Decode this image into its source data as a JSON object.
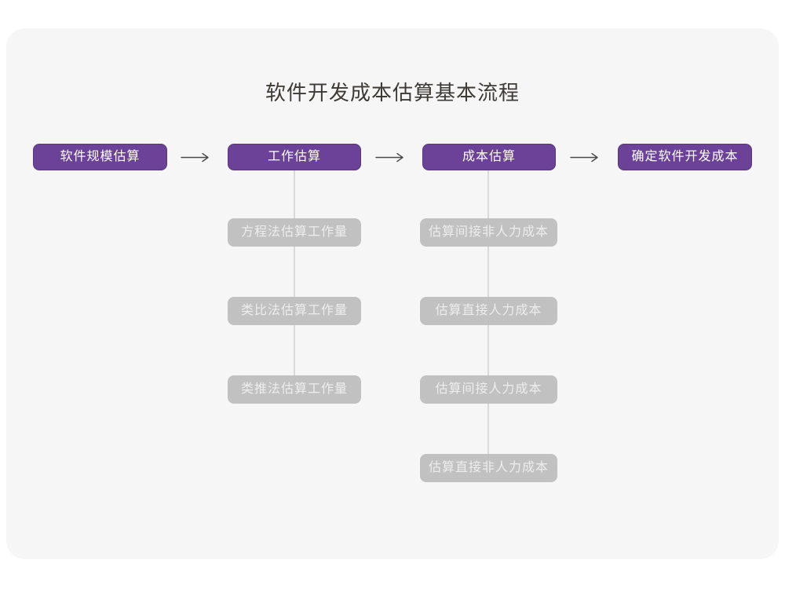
{
  "title": "软件开发成本估算基本流程",
  "flow": {
    "stages": [
      {
        "label": "软件规模估算"
      },
      {
        "label": "工作估算"
      },
      {
        "label": "成本估算"
      },
      {
        "label": "确定软件开发成本"
      }
    ],
    "work_estimation_methods": [
      "方程法估算工作量",
      "类比法估算工作量",
      "类推法估算工作量"
    ],
    "cost_estimation_steps": [
      "估算间接非人力成本",
      "估算直接人力成本",
      "估算间接人力成本",
      "估算直接非人力成本"
    ]
  },
  "colors": {
    "canvas": "#f6f6f7",
    "title_text": "#3e3a35",
    "stage_fill": "#6b4298",
    "stage_text": "#ffffff",
    "sub_fill": "#c1c1c1",
    "sub_text": "#ededed",
    "connector": "#d9d9d9",
    "arrow": "#4a4a4a"
  }
}
